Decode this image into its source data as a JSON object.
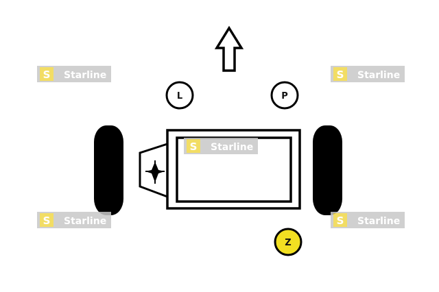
{
  "diagram": {
    "direction_icon": "arrow-up-icon",
    "positions": [
      {
        "id": "left",
        "label": "L",
        "color": "#ffffff"
      },
      {
        "id": "passenger",
        "label": "P",
        "color": "#ffffff"
      },
      {
        "id": "rear",
        "label": "Z",
        "color": "#f2e022"
      }
    ]
  },
  "watermark": {
    "brand": "Starline",
    "logo_letter": "S",
    "logo_color": "#f0d84a",
    "band_color": "#c8c8c8"
  },
  "colors": {
    "outline": "#000000",
    "wheel": "#000000",
    "marker_yellow": "#f2e022"
  }
}
